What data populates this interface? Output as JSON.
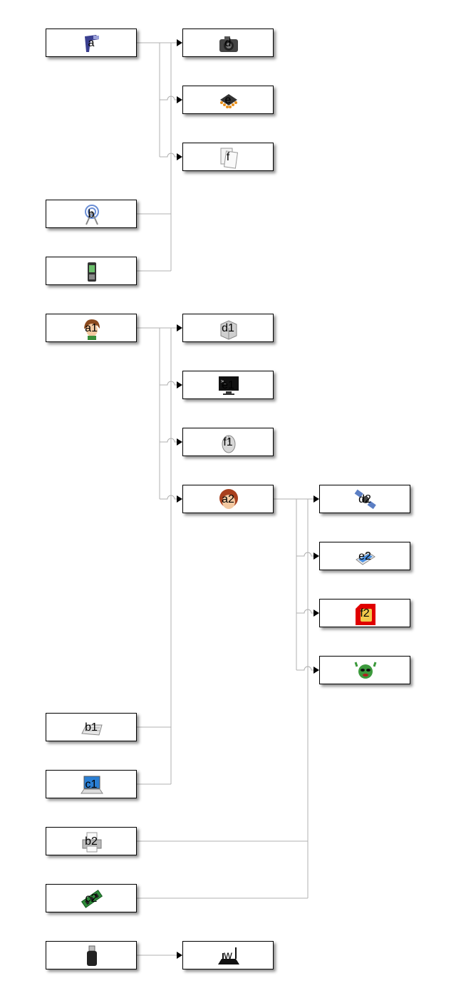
{
  "nodes": [
    {
      "id": "a",
      "label": "a",
      "icon": "barcode-scanner-icon"
    },
    {
      "id": "d",
      "label": "d",
      "icon": "camera-icon"
    },
    {
      "id": "e",
      "label": "e",
      "icon": "microchip-icon"
    },
    {
      "id": "f",
      "label": "f",
      "icon": "documents-icon"
    },
    {
      "id": "b",
      "label": "b",
      "icon": "wireless-tower-icon"
    },
    {
      "id": "c",
      "label": "",
      "icon": "mobile-phone-icon"
    },
    {
      "id": "a1",
      "label": "a1",
      "icon": "anime-avatar-icon"
    },
    {
      "id": "d1",
      "label": "d1",
      "icon": "server-box-icon"
    },
    {
      "id": "e1",
      "label": "e1",
      "icon": "terminal-monitor-icon"
    },
    {
      "id": "f1",
      "label": "f1",
      "icon": "mouse-icon"
    },
    {
      "id": "a2",
      "label": "a2",
      "icon": "girl-avatar-icon"
    },
    {
      "id": "d2",
      "label": "d2",
      "icon": "satellite-icon"
    },
    {
      "id": "e2",
      "label": "e2",
      "icon": "scanner-icon"
    },
    {
      "id": "f2",
      "label": "f2",
      "icon": "sim-card-icon"
    },
    {
      "id": "g2",
      "label": "",
      "icon": "alien-avatar-icon"
    },
    {
      "id": "b1",
      "label": "b1",
      "icon": "keyboard-icon"
    },
    {
      "id": "c1",
      "label": "c1",
      "icon": "laptop-icon"
    },
    {
      "id": "b2",
      "label": "b2",
      "icon": "printer-icon"
    },
    {
      "id": "c2",
      "label": "c2",
      "icon": "memory-module-icon"
    },
    {
      "id": "u",
      "label": "",
      "icon": "usb-drive-icon"
    },
    {
      "id": "w",
      "label": "w",
      "icon": "router-icon"
    }
  ],
  "colors": {
    "wire": "#b0b0b0",
    "border": "#000000",
    "arrow": "#000000"
  }
}
